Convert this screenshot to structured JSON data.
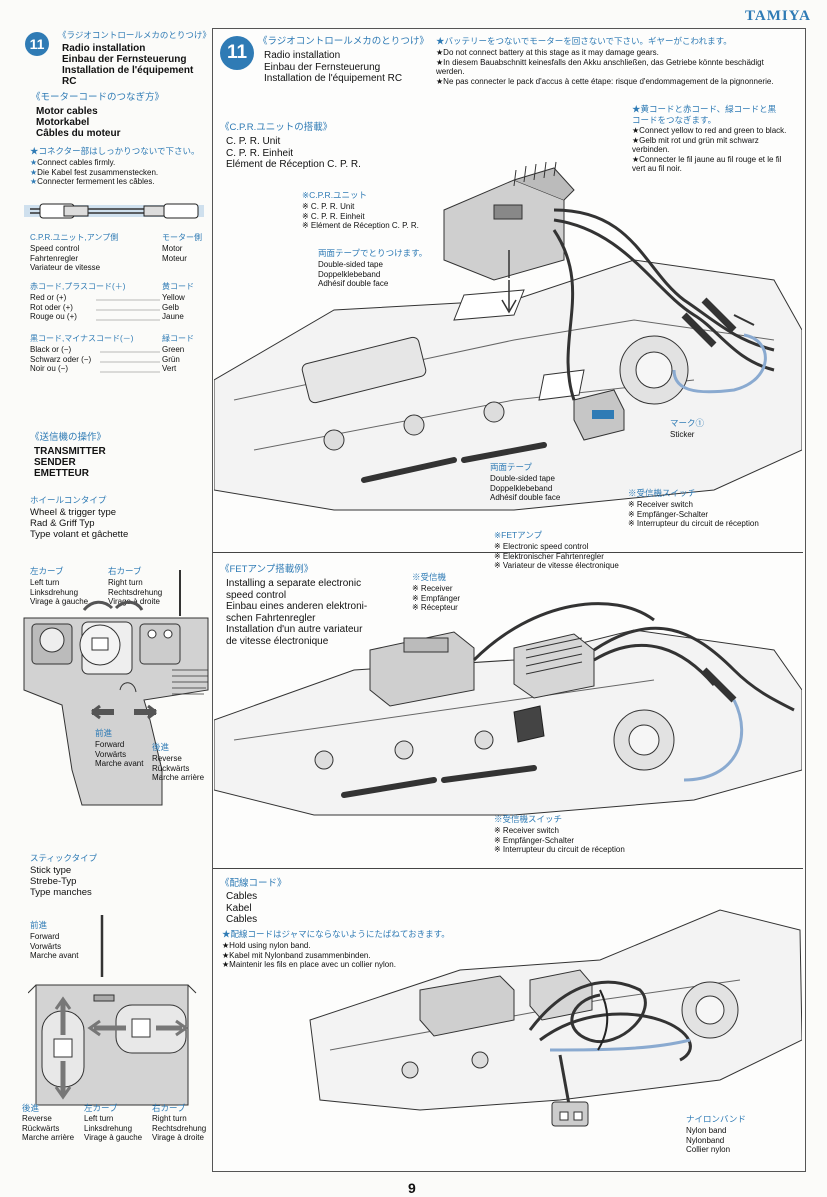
{
  "brand": "TAMIYA",
  "page_number": "9",
  "left": {
    "step": "11",
    "step_jp": "《ラジオコントロールメカのとりつけ》",
    "step_title": [
      "Radio installation",
      "Einbau der Fernsteuerung",
      "Installation de l'équipement",
      "RC"
    ],
    "motor_jp": "《モーターコードのつなぎ方》",
    "motor_title": [
      "Motor cables",
      "Motorkabel",
      "Câbles du moteur"
    ],
    "connect_jp": "★コネクター部はしっかりつないで下さい。",
    "connect_notes": [
      "Connect cables firmly.",
      "Die Kabel fest zusammenstecken.",
      "Connecter fermement les câbles."
    ],
    "cpr_side_jp": "C.P.R.ユニット,アンプ側",
    "cpr_side": [
      "Speed control",
      "Fahrtenregler",
      "Variateur de vitesse"
    ],
    "motor_side_jp": "モーター側",
    "motor_side": [
      "Motor",
      "Moteur"
    ],
    "red_jp": "赤コード,プラスコード(＋)",
    "red": [
      "Red or (+)",
      "Rot oder (+)",
      "Rouge ou (+)"
    ],
    "yellow_jp": "黄コード",
    "yellow": [
      "Yellow",
      "Gelb",
      "Jaune"
    ],
    "black_jp": "黒コード,マイナスコード(－)",
    "black": [
      "Black or (−)",
      "Schwarz oder (−)",
      "Noir ou (−)"
    ],
    "green_jp": "緑コード",
    "green": [
      "Green",
      "Grün",
      "Vert"
    ],
    "tx_jp": "《送信機の操作》",
    "tx_title": [
      "TRANSMITTER",
      "SENDER",
      "EMETTEUR"
    ],
    "wheel_jp": "ホイールコンタイプ",
    "wheel": [
      "Wheel & trigger type",
      "Rad & Griff Typ",
      "Type volant et gâchette"
    ],
    "left_turn_jp": "左カーブ",
    "left_turn": [
      "Left turn",
      "Linksdrehung",
      "Virage à gauche"
    ],
    "right_turn_jp": "右カーブ",
    "right_turn": [
      "Right turn",
      "Rechtsdrehung",
      "Virage à droite"
    ],
    "forward_jp": "前進",
    "forward": [
      "Forward",
      "Vorwärts",
      "Marche avant"
    ],
    "reverse_jp": "後進",
    "reverse": [
      "Reverse",
      "Rückwärts",
      "Marche arrière"
    ],
    "stick_jp": "スティックタイプ",
    "stick": [
      "Stick type",
      "Strebe-Typ",
      "Type manches"
    ],
    "fwd2_jp": "前進",
    "fwd2": [
      "Forward",
      "Vorwärts",
      "Marche avant"
    ],
    "rev2_jp": "後進",
    "rev2": [
      "Reverse",
      "Rückwärts",
      "Marche arrière"
    ],
    "lt2_jp": "左カーブ",
    "lt2": [
      "Left turn",
      "Linksdrehung",
      "Virage à gauche"
    ],
    "rt2_jp": "右カーブ",
    "rt2": [
      "Right turn",
      "Rechtsdrehung",
      "Virage à droite"
    ]
  },
  "main": {
    "step": "11",
    "step_jp": "《ラジオコントロールメカのとりつけ》",
    "step_title": [
      "Radio installation",
      "Einbau der Fernsteuerung",
      "Installation de l'équipement RC"
    ],
    "warn_jp": "★バッテリーをつないでモーターを回さないで下さい。ギヤーがこわれます。",
    "warn": [
      "★Do not connect battery at this stage as it may damage gears.",
      "★In diesem Bauabschnitt keinesfalls den Akku anschließen, das Getriebe könnte beschädigt werden.",
      "★Ne pas connecter le pack d'accus à cette étape: risque d'endommagement de la pignonnerie."
    ],
    "cpr_jp": "《C.P.R.ユニットの搭載》",
    "cpr_title": [
      "C. P. R. Unit",
      "C. P. R. Einheit",
      "Elément de Réception C. P. R."
    ],
    "cpr_callout_jp": "※C.P.R.ユニット",
    "cpr_callout": [
      "※ C. P. R. Unit",
      "※ C. P. R. Einheit",
      "※ Elément de Réception C. P. R."
    ],
    "tape1_jp": "両面テープでとりつけます。",
    "tape1": [
      "Double-sided tape",
      "Doppelklebeband",
      "Adhésif double face"
    ],
    "yellow_jp": "★黄コードと赤コード、緑コードと黒コードをつなぎます。",
    "yellow_notes": [
      "★Connect yellow to red and green to black.",
      "★Gelb mit rot und grün mit schwarz verbinden.",
      "★Connecter le fil jaune au fil rouge et le fil vert au fil noir."
    ],
    "sticker_jp": "マーク①",
    "sticker": "Sticker",
    "tape2_jp": "両面テープ",
    "tape2": [
      "Double-sided tape",
      "Doppelklebeband",
      "Adhésif double face"
    ],
    "sw1_jp": "※受信機スイッチ",
    "sw1": [
      "※ Receiver switch",
      "※ Empfänger-Schalter",
      "※ Interrupteur du circuit de réception"
    ],
    "fet_jp": "《FETアンプ搭載例》",
    "fet_title": [
      "Installing a separate electronic",
      "speed control",
      "Einbau eines anderen elektroni-",
      "schen Fahrtenregler",
      "Installation d'un autre variateur",
      "de vitesse électronique"
    ],
    "rx_jp": "※受信機",
    "rx": [
      "※ Receiver",
      "※ Empfänger",
      "※ Récepteur"
    ],
    "amp_jp": "※FETアンプ",
    "amp": [
      "※ Electronic speed control",
      "※ Elektronischer Fahrtenregler",
      "※ Variateur de vitesse électronique"
    ],
    "sw2_jp": "※受信機スイッチ",
    "sw2": [
      "※ Receiver switch",
      "※ Empfänger-Schalter",
      "※ Interrupteur du circuit de réception"
    ],
    "cables_jp": "《配線コード》",
    "cables_title": [
      "Cables",
      "Kabel",
      "Cables"
    ],
    "cables_note_jp": "★配線コードはジャマにならないようにたばねておきます。",
    "cables_notes": [
      "★Hold using nylon band.",
      "★Kabel mit Nylonband zusammenbinden.",
      "★Maintenir les fils en place avec un collier nylon."
    ],
    "nylon_jp": "ナイロンバンド",
    "nylon": [
      "Nylon band",
      "Nylonband",
      "Collier nylon"
    ]
  }
}
